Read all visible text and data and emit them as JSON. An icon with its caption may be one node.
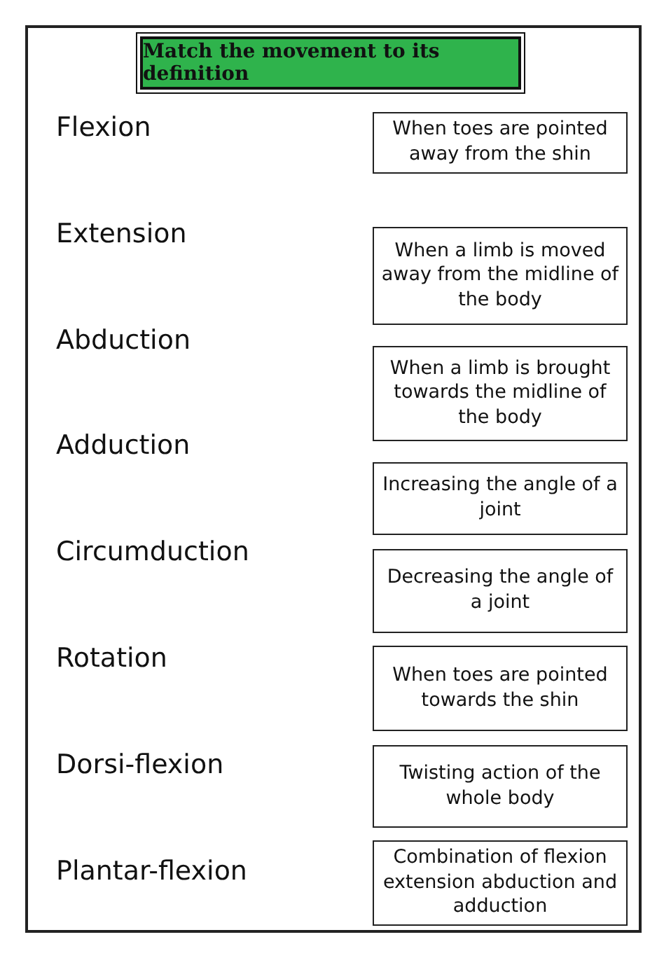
{
  "diagram": {
    "title": "Match the movement to its definition",
    "nodes": [
      {
        "text": [
          "When toes are pointed away from the shin"
        ]
      },
      {
        "text": [
          "When a limb is moved away from the midline of the body"
        ]
      },
      {
        "text": [
          "When a limb is brought towards the midline of the body"
        ]
      },
      {
        "text": [
          "Increasing the angle of a joint"
        ]
      },
      {
        "text": [
          "Decreasing the angle of a joint"
        ]
      },
      {
        "text": [
          "When toes are pointed towards the shin"
        ]
      },
      {
        "text": [
          "Twisting action of the whole body"
        ]
      },
      {
        "text": [
          "Combination of flexion extension abduction and adduction"
        ]
      }
    ],
    "labels": [
      "Flexion",
      "Extension",
      "Abduction",
      "Adduction",
      "Circumduction",
      "Rotation",
      "Dorsi-flexion",
      "Plantar-flexion"
    ]
  }
}
